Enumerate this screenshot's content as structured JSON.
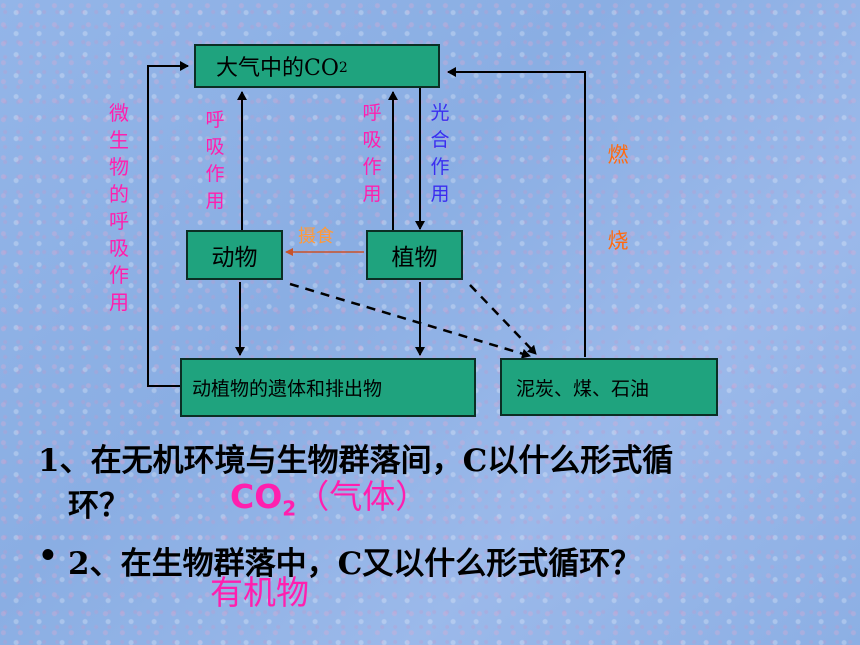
{
  "diagram": {
    "nodes": {
      "atmosphere": "大气中的CO",
      "atmosphere_sub": "2",
      "animal": "动物",
      "plant": "植物",
      "remains": "动植物的遗体和排出物",
      "fossil": "泥炭、煤、石油"
    },
    "labels": {
      "microbe_respiration": "微生物的呼吸作用",
      "animal_respiration": "呼吸作用",
      "plant_respiration": "呼吸作用",
      "photosynthesis": "光合作用",
      "combustion_1": "燃",
      "combustion_2": "烧",
      "ingestion": "摄食"
    },
    "colors": {
      "box_fill": "#1fa37e",
      "magenta": "#ff1fae",
      "blue": "#3a2df0",
      "orange": "#ff6a10",
      "ingest": "#ff9a3a"
    }
  },
  "questions": [
    {
      "line1": "1、在无机环境与生物群落间，C以什么形式循",
      "line2": "环？",
      "answer_main": "CO",
      "answer_sub": "2",
      "answer_rest": "（气体）"
    },
    {
      "bullet": "•",
      "line1": "2、在生物群落中，C又以什么形式循环？",
      "answer": "有机物"
    }
  ]
}
